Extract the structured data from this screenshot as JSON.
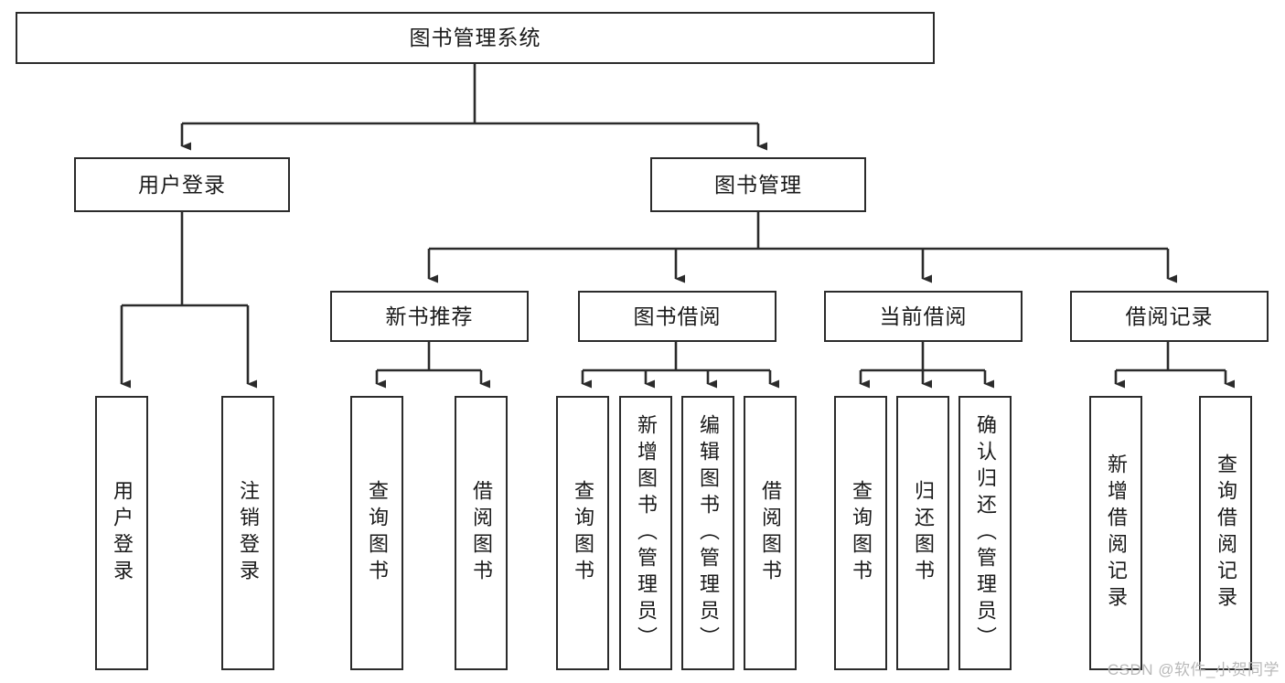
{
  "diagram": {
    "title": "图书管理系统",
    "type": "functional-decomposition-tree",
    "watermark": "CSDN @软件_小贺同学",
    "colors": {
      "stroke": "#2b2b2b",
      "text": "#1a1a1a",
      "background": "#ffffff",
      "watermark": "#b9b9b9"
    },
    "levels": {
      "level1": [
        {
          "id": "root",
          "label": "图书管理系统",
          "orientation": "horizontal"
        }
      ],
      "level2": [
        {
          "id": "user-login",
          "label": "用户登录",
          "orientation": "horizontal"
        },
        {
          "id": "book-manage",
          "label": "图书管理",
          "orientation": "horizontal"
        }
      ],
      "level3": [
        {
          "id": "new-book-rec",
          "label": "新书推荐",
          "orientation": "horizontal",
          "parent": "book-manage"
        },
        {
          "id": "book-borrow",
          "label": "图书借阅",
          "orientation": "horizontal",
          "parent": "book-manage"
        },
        {
          "id": "current-borrow",
          "label": "当前借阅",
          "orientation": "horizontal",
          "parent": "book-manage"
        },
        {
          "id": "borrow-record",
          "label": "借阅记录",
          "orientation": "horizontal",
          "parent": "book-manage"
        }
      ],
      "level4": [
        {
          "id": "leaf-user-login",
          "label": "用户登录",
          "orientation": "vertical",
          "parent": "user-login"
        },
        {
          "id": "leaf-user-logout",
          "label": "注销登录",
          "orientation": "vertical",
          "parent": "user-login"
        },
        {
          "id": "leaf-query-book-1",
          "label": "查询图书",
          "orientation": "vertical",
          "parent": "new-book-rec"
        },
        {
          "id": "leaf-borrow-book-1",
          "label": "借阅图书",
          "orientation": "vertical",
          "parent": "new-book-rec"
        },
        {
          "id": "leaf-query-book-2",
          "label": "查询图书",
          "orientation": "vertical",
          "parent": "book-borrow"
        },
        {
          "id": "leaf-add-book",
          "label": "新增图书（管理员）",
          "orientation": "vertical",
          "parent": "book-borrow"
        },
        {
          "id": "leaf-edit-book",
          "label": "编辑图书（管理员）",
          "orientation": "vertical",
          "parent": "book-borrow"
        },
        {
          "id": "leaf-borrow-book-2",
          "label": "借阅图书",
          "orientation": "vertical",
          "parent": "book-borrow"
        },
        {
          "id": "leaf-query-book-3",
          "label": "查询图书",
          "orientation": "vertical",
          "parent": "current-borrow"
        },
        {
          "id": "leaf-return-book",
          "label": "归还图书",
          "orientation": "vertical",
          "parent": "current-borrow"
        },
        {
          "id": "leaf-confirm-return",
          "label": "确认归还（管理员）",
          "orientation": "vertical",
          "parent": "current-borrow"
        },
        {
          "id": "leaf-add-record",
          "label": "新增借阅记录",
          "orientation": "vertical",
          "parent": "borrow-record"
        },
        {
          "id": "leaf-query-record",
          "label": "查询借阅记录",
          "orientation": "vertical",
          "parent": "borrow-record"
        }
      ]
    }
  }
}
